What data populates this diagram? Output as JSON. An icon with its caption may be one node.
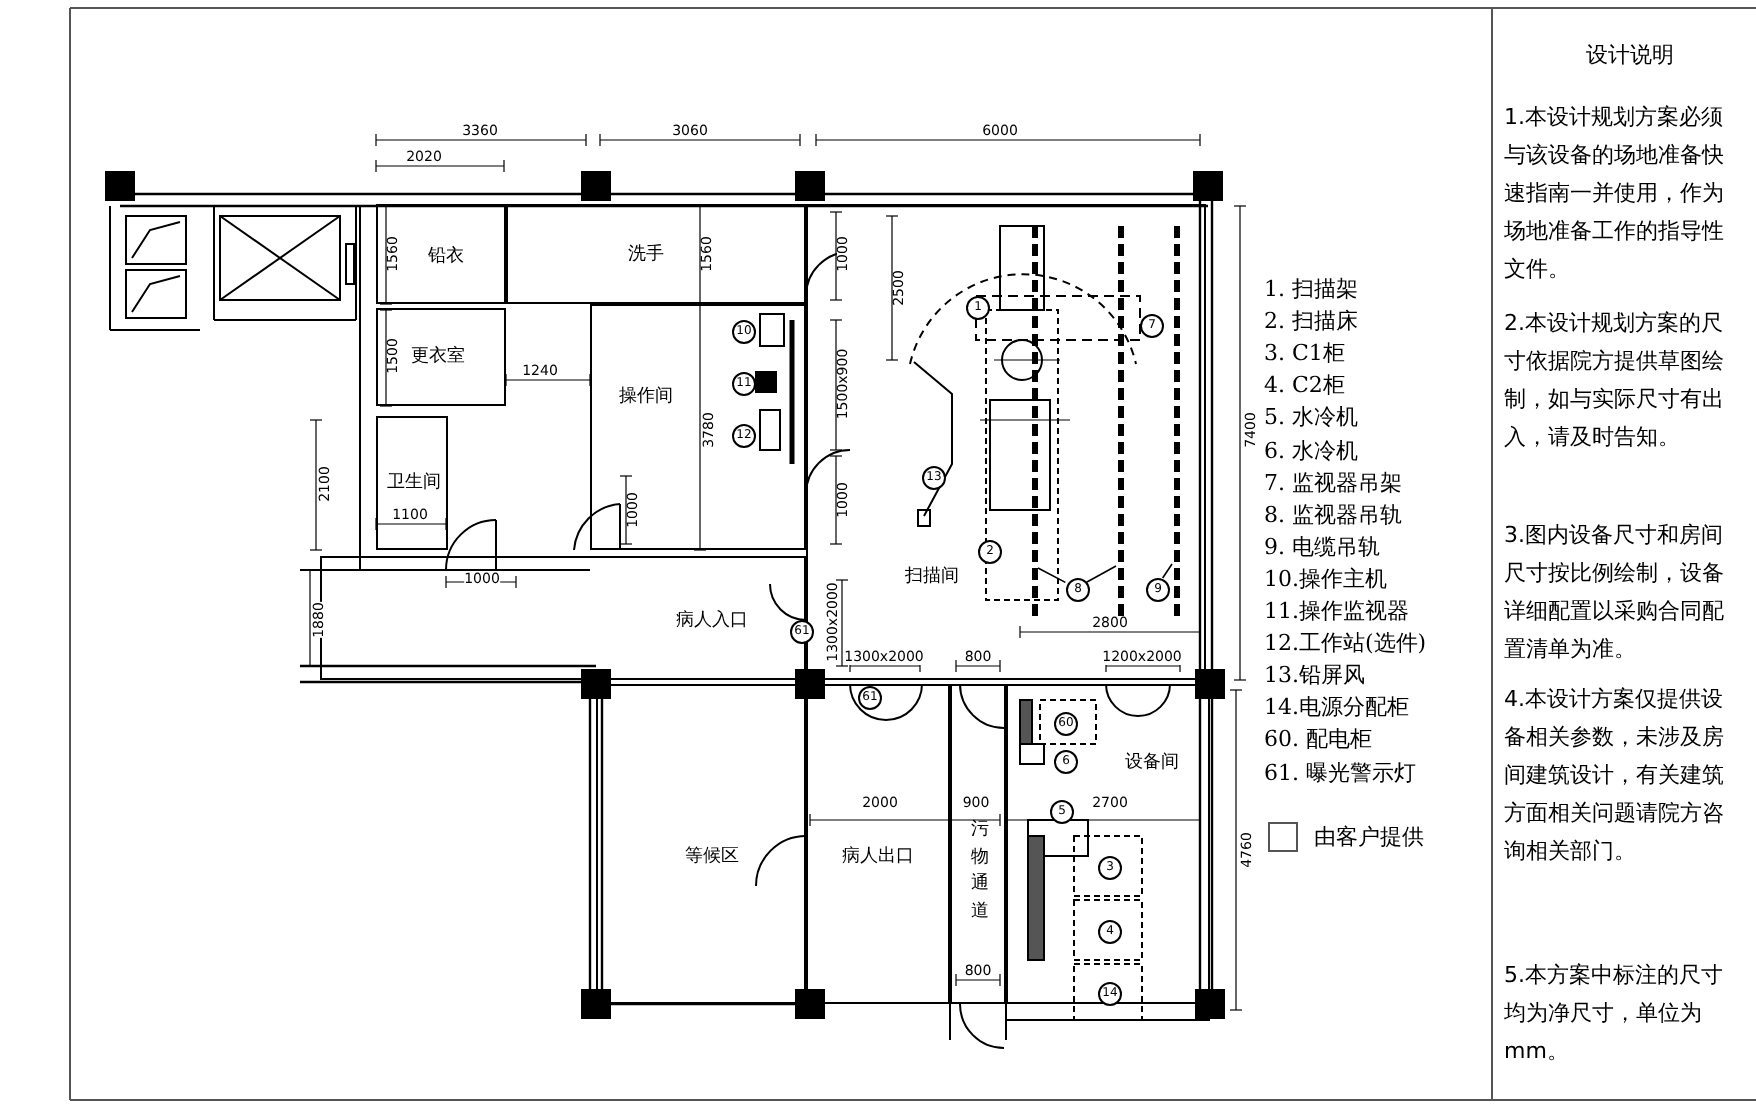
{
  "diagram": {
    "nodes": [
      {
        "text": [
          "铅衣"
        ]
      },
      {
        "text": [
          "更衣室"
        ]
      },
      {
        "text": [
          "洗手"
        ]
      },
      {
        "text": [
          "操作间"
        ]
      },
      {
        "text": [
          "卫生间"
        ]
      },
      {
        "text": [
          "扫描间"
        ]
      },
      {
        "text": [
          "病人入口"
        ]
      },
      {
        "text": [
          "等候区"
        ]
      },
      {
        "text": [
          "病人出口"
        ]
      },
      {
        "text": [
          "污物通道"
        ]
      },
      {
        "text": [
          "设备间"
        ]
      },
      {
        "text": [
          "10"
        ],
        "in": 3
      },
      {
        "text": [
          "11"
        ],
        "in": 3
      },
      {
        "text": [
          "12"
        ],
        "in": 3
      },
      {
        "text": [
          "1"
        ],
        "in": 5
      },
      {
        "text": [
          "7"
        ],
        "in": 5
      },
      {
        "text": [
          "13"
        ],
        "in": 5
      },
      {
        "text": [
          "2"
        ],
        "in": 5
      },
      {
        "text": [
          "8"
        ],
        "in": 5
      },
      {
        "text": [
          "9"
        ],
        "in": 5
      },
      {
        "text": [
          "61"
        ]
      },
      {
        "text": [
          "61"
        ],
        "in": 8
      },
      {
        "text": [
          "60"
        ],
        "in": 10
      },
      {
        "text": [
          "6"
        ],
        "in": 10
      },
      {
        "text": [
          "5"
        ],
        "in": 10
      },
      {
        "text": [
          "3"
        ],
        "in": 10
      },
      {
        "text": [
          "4"
        ],
        "in": 10
      },
      {
        "text": [
          "14"
        ],
        "in": 10
      },
      {
        "text": [],
        "shape": "bar",
        "in": 5
      },
      {
        "text": [],
        "shape": "bar",
        "in": 5
      },
      {
        "text": [],
        "shape": "bar",
        "in": 5
      }
    ],
    "edges": [
      {
        "from": 18,
        "to": 28,
        "arrow": "none"
      },
      {
        "from": 18,
        "to": 29,
        "arrow": "none"
      },
      {
        "from": 19,
        "to": 30,
        "arrow": "none"
      }
    ],
    "labels": [
      "3360",
      "3060",
      "6000",
      "2020",
      "1560",
      "1560",
      "1000",
      "2500",
      "1500",
      "1240",
      "1500x900",
      "3780",
      "7400",
      "2100",
      "1100",
      "1000",
      "1000",
      "1000",
      "1880",
      "1300x2000",
      "2800",
      "1300x2000",
      "800",
      "1200x2000",
      "2000",
      "900",
      "2700",
      "4760",
      "800",
      "1. 扫描架",
      "2. 扫描床",
      "3. C1柜",
      "4. C2柜",
      "5. 水冷机",
      "6. 水冷机",
      "7. 监视器吊架",
      "8. 监视器吊轨",
      "9. 电缆吊轨",
      "10.操作主机",
      "11.操作监视器",
      "12.工作站(选件)",
      "13.铅屏风",
      "14.电源分配柜",
      "60. 配电柜",
      "61. 曝光警示灯",
      "设计说明",
      "1.本设计规划方案必须与该设备的场地准备快速指南一并使用，作为场地准备工作的指导性文件。",
      "2.本设计规划方案的尺寸依据院方提供草图绘制，如与实际尺寸有出入，请及时告知。",
      "3.图内设备尺寸和房间尺寸按比例绘制，设备详细配置以采购合同配置清单为准。",
      "4.本设计方案仅提供设备相关参数，未涉及房间建筑设计，有关建筑方面相关问题请院方咨询相关部门。",
      "5.本方案中标注的尺寸均为净尺寸，单位为mm。"
    ],
    "legend": [
      {
        "text": "由客户提供"
      }
    ]
  }
}
